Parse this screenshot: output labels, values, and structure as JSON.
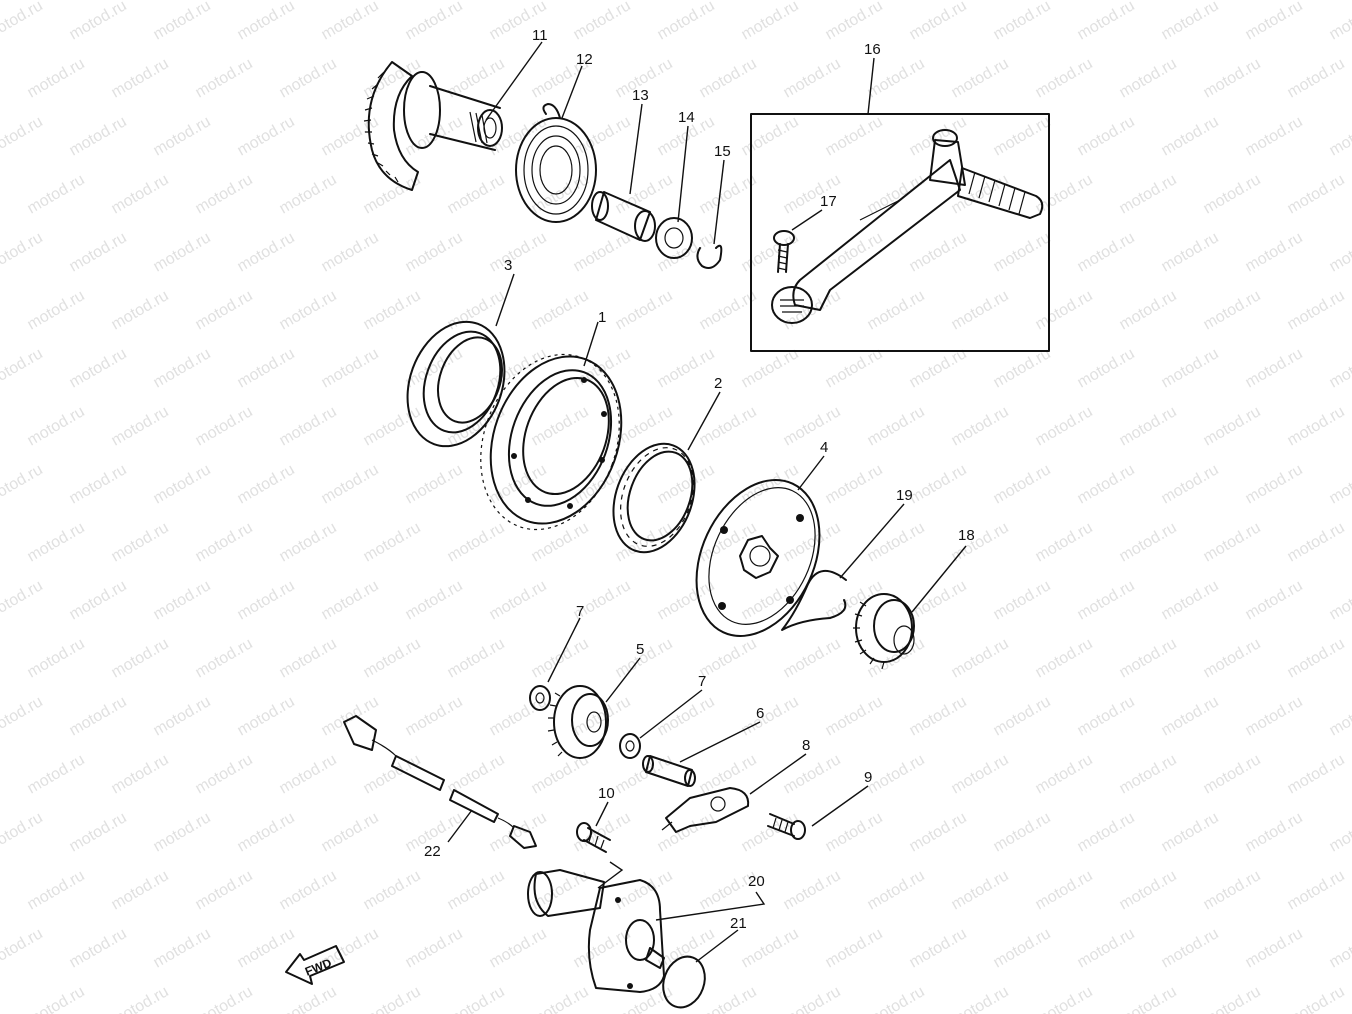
{
  "watermark": "motod.ru",
  "callouts": [
    "1",
    "2",
    "3",
    "4",
    "5",
    "6",
    "7",
    "7",
    "8",
    "9",
    "10",
    "11",
    "12",
    "13",
    "14",
    "15",
    "16",
    "17",
    "18",
    "19",
    "20",
    "21",
    "22"
  ],
  "fwd_label": "FWD"
}
